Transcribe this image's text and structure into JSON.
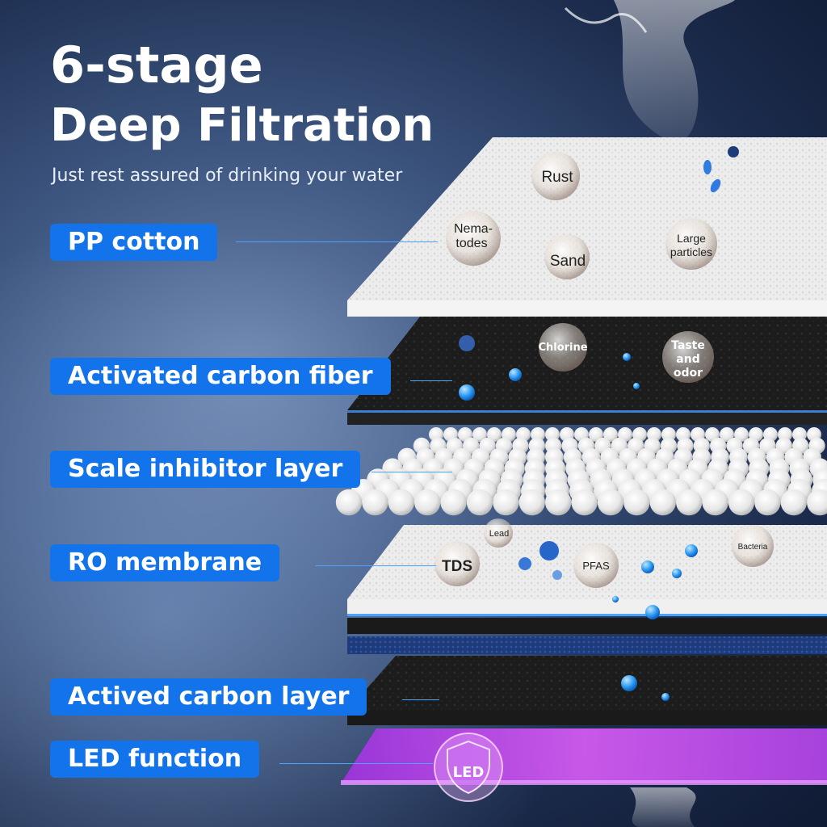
{
  "headline": {
    "line1": "6-stage",
    "line2": "Deep Filtration"
  },
  "subtitle": "Just rest assured of drinking your water",
  "stages": [
    {
      "label": "PP cotton"
    },
    {
      "label": "Activated carbon fiber"
    },
    {
      "label": "Scale inhibitor layer"
    },
    {
      "label": "RO membrane"
    },
    {
      "label": "Actived carbon layer"
    },
    {
      "label": "LED function"
    }
  ],
  "contaminants": {
    "pp": {
      "rust": "Rust",
      "nema1": "Nema-",
      "nema2": "todes",
      "sand": "Sand",
      "large1": "Large",
      "large2": "particles"
    },
    "carbon": {
      "chlorine": "Chlorine",
      "taste1": "Taste",
      "taste2": "and",
      "taste3": "odor"
    },
    "ro": {
      "lead": "Lead",
      "tds": "TDS",
      "pfas": "PFAS",
      "bacteria": "Bacteria"
    },
    "led": {
      "badge": "LED"
    }
  },
  "colors": {
    "label_bg": "#1273ea",
    "leader": "#4aa3ff",
    "led_purple": "#c84bf0"
  }
}
